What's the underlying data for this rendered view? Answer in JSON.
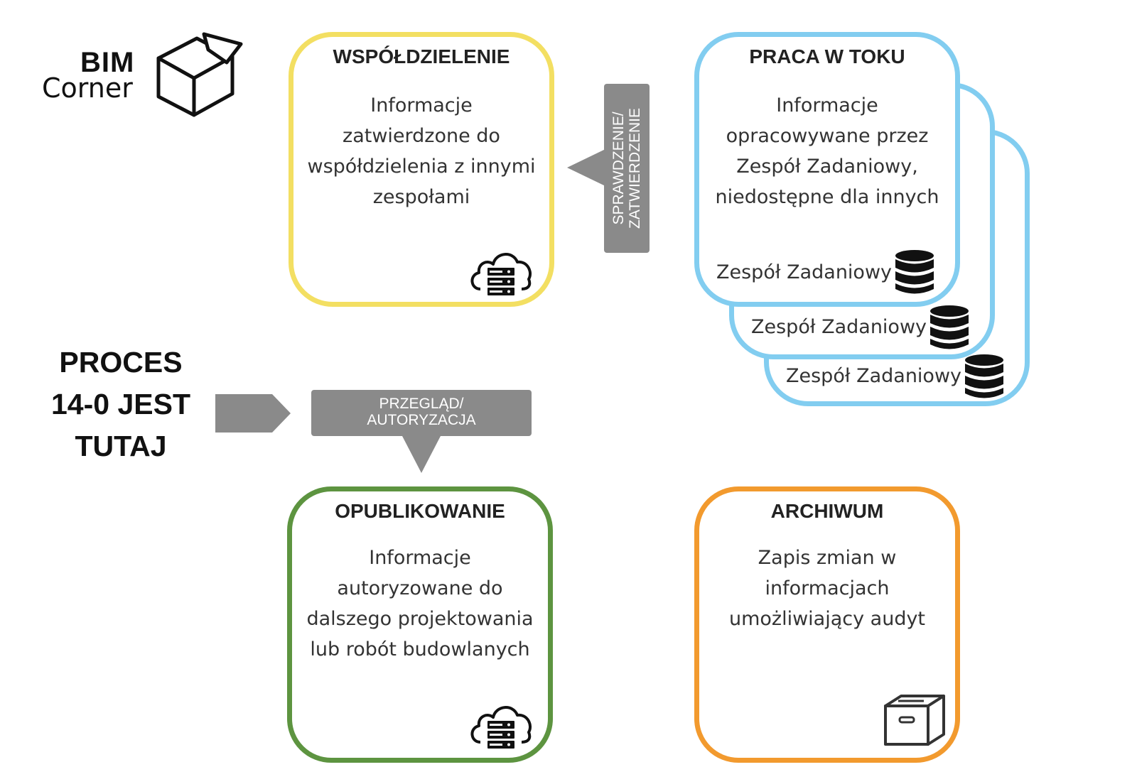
{
  "logo": {
    "line1": "BIM",
    "line2": "Corner"
  },
  "process_label": {
    "lines": [
      "PROCES",
      "14-0 JEST",
      "TUTAJ"
    ]
  },
  "states": {
    "shared": {
      "title": "WSPÓŁDZIELENIE",
      "lines": [
        "Informacje",
        "zatwierdzone do",
        "współdzielenia z innymi",
        "zespołami"
      ],
      "color": "#f3df62",
      "icon": "cloud-server-icon"
    },
    "wip": {
      "title": "PRACA W TOKU",
      "lines": [
        "Informacje",
        "opracowywane przez",
        "Zespół Zadaniowy,",
        "niedostępne dla innych"
      ],
      "color": "#82cdf0",
      "team_labels": [
        "Zespół Zadaniowy",
        "Zespół Zadaniowy",
        "Zespół Zadaniowy"
      ],
      "icon": "database-icon"
    },
    "published": {
      "title": "OPUBLIKOWANIE",
      "lines": [
        "Informacje",
        "autoryzowane do",
        "dalszego projektowania",
        "lub robót budowlanych"
      ],
      "color": "#5d9440",
      "icon": "cloud-server-icon"
    },
    "archive": {
      "title": "ARCHIWUM",
      "lines": [
        "Zapis zmian w",
        "informacjach",
        "umożliwiający audyt"
      ],
      "color": "#f29a2e",
      "icon": "archive-box-icon"
    }
  },
  "transitions": {
    "check_approve": {
      "lines": [
        "SPRAWDZENIE/",
        "ZATWIERDZENIE"
      ]
    },
    "review_authorize": {
      "lines": [
        "PRZEGLĄD/",
        "AUTORYZACJA"
      ]
    }
  },
  "colors": {
    "tag": "#8a8a8a",
    "arrow": "#8a8a8a",
    "text": "#333333"
  }
}
